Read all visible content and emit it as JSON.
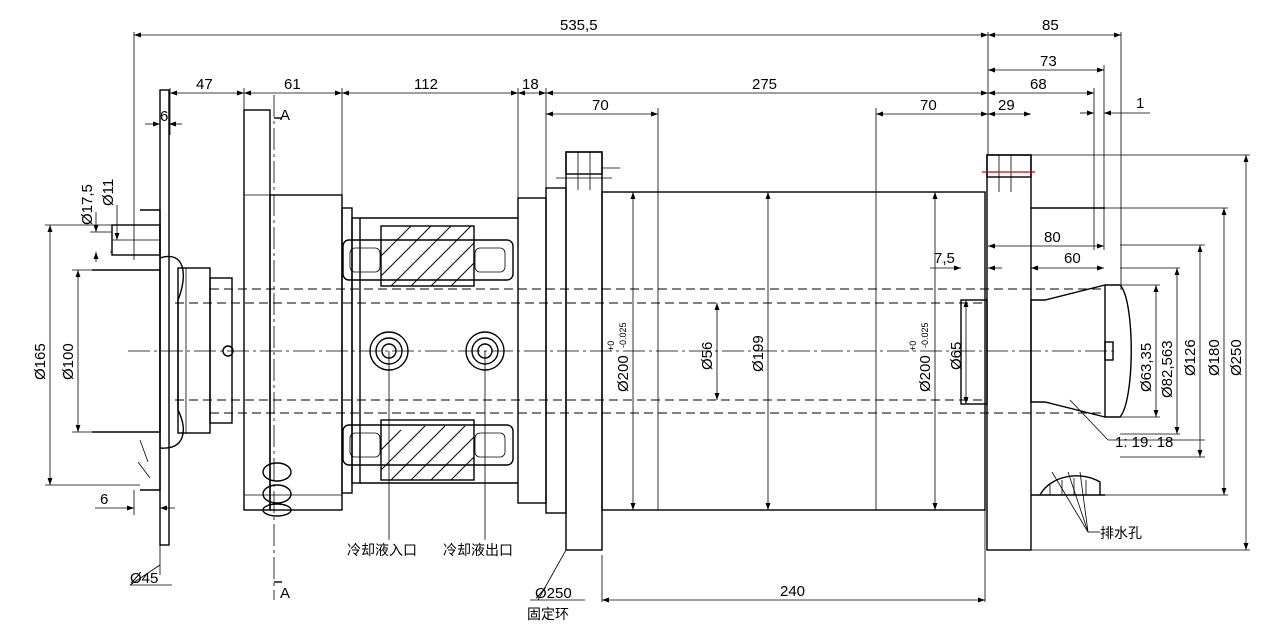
{
  "dims": {
    "overall_length": "535,5",
    "d85": "85",
    "d73": "73",
    "d68": "68",
    "d1": "1",
    "d47": "47",
    "d61": "61",
    "d112": "112",
    "d18": "18",
    "d275": "275",
    "d70_left": "70",
    "d70_right": "70",
    "d29": "29",
    "d6_top": "6",
    "d6_bottom": "6",
    "d80": "80",
    "d7_5": "7,5",
    "d60": "60",
    "d240": "240",
    "taper": "1: 19. 18"
  },
  "diameters": {
    "d17_5": "Ø17,5",
    "d11": "Ø11",
    "d165": "Ø165",
    "d100": "Ø100",
    "d200_left": "Ø200",
    "d200_right": "Ø200",
    "tol_upper": "+0",
    "tol_lower": "-0.025",
    "d56": "Ø56",
    "d199": "Ø199",
    "d65": "Ø65",
    "d63_35": "Ø63,35",
    "d82_563": "Ø82,563",
    "d126": "Ø126",
    "d180": "Ø180",
    "d250": "Ø250",
    "d45": "Ø45",
    "d250_ring": "Ø250"
  },
  "labels": {
    "section_a_top": "A",
    "section_a_bottom": "A",
    "coolant_inlet": "冷却液入口",
    "coolant_outlet": "冷却液出口",
    "fixed_ring": "固定环",
    "drain_hole": "排水孔"
  }
}
